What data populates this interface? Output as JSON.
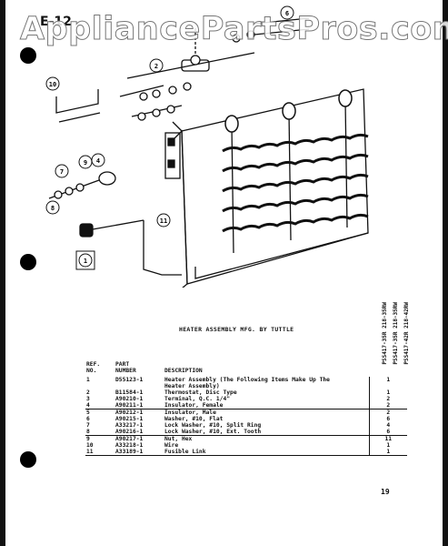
{
  "page": {
    "code": "E-12",
    "watermark": "AppliancePartsPros.com",
    "caption": "HEATER ASSEMBLY MFG. BY TUTTLE",
    "number": "19"
  },
  "models": [
    "PSS417-35R 218-35RW",
    "PSS417-35R 218-35RW",
    "PSS417-42R 218-42RW"
  ],
  "table": {
    "headers": {
      "ref_line1": "REF.",
      "ref_line2": "NO.",
      "part_line1": "PART",
      "part_line2": "NUMBER",
      "description": "DESCRIPTION"
    },
    "rows": [
      {
        "ref": "1",
        "part": "D55123-1",
        "description": "Heater Assembly (The Following Items Make Up The",
        "description_cont": "Heater Assembly)",
        "qty": "1"
      },
      {
        "ref": "2",
        "part": "B11584-1",
        "description": "Thermostat, Disc Type",
        "qty": "1"
      },
      {
        "ref": "3",
        "part": "A90210-1",
        "description": "Terminal, Q.C. 1/4\"",
        "qty": "2"
      },
      {
        "ref": "4",
        "part": "A90211-1",
        "description": "Insulator, Female",
        "qty": "2"
      },
      {
        "ref": "5",
        "part": "A90212-1",
        "description": "Insulator, Male",
        "qty": "2"
      },
      {
        "ref": "6",
        "part": "A90215-1",
        "description": "Washer, #10, Flat",
        "qty": "6"
      },
      {
        "ref": "7",
        "part": "A33217-1",
        "description": "Lock Washer, #10, Split Ring",
        "qty": "4"
      },
      {
        "ref": "8",
        "part": "A90216-1",
        "description": "Lock Washer, #10, Ext. Tooth",
        "qty": "6"
      },
      {
        "ref": "9",
        "part": "A90217-1",
        "description": "Nut, Hex",
        "qty": "11"
      },
      {
        "ref": "10",
        "part": "A33218-1",
        "description": "Wire",
        "qty": "1"
      },
      {
        "ref": "11",
        "part": "A33189-1",
        "description": "Fusible Link",
        "qty": "1"
      }
    ]
  }
}
